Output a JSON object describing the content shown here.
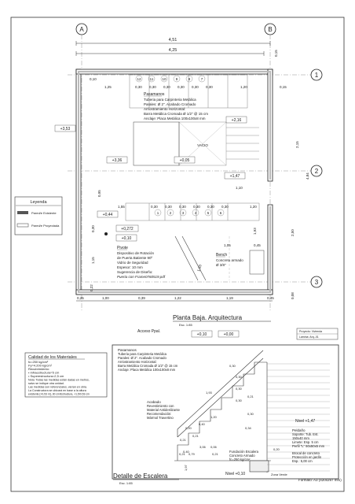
{
  "grid": {
    "col_a": "A",
    "col_b": "B",
    "row_1": "1",
    "row_2": "2",
    "row_3": "3"
  },
  "dims": {
    "top_total": "4,51",
    "top_inner": "4,25",
    "right_a": "0,15",
    "right_b": "0,15",
    "d_010": "0,10",
    "d_125": "1,25",
    "stairs_top": [
      "0,30",
      "0,30",
      "0,30",
      "0,30",
      "0,30",
      "0,30"
    ],
    "d_120_top": "1,20",
    "d_215": "2,15",
    "d_484": "4,84",
    "d_250": "2,50",
    "d_008": "0,08",
    "d_110": "1,10",
    "d_155": "1,55",
    "stairs_mid": [
      "0,30",
      "0,30",
      "0,30",
      "0,30",
      "0,30",
      "0,30"
    ],
    "d_120_mid": "1,20",
    "d_105": "1,05",
    "d_045": "0,45",
    "d_095": "0,95",
    "d_030": "0,30",
    "d_115": "1,15",
    "d_022": "0,22",
    "d_193": "1,93",
    "bottom": [
      "0,25",
      "1,00",
      "0,39",
      "1,22",
      "1,19",
      "0,45"
    ],
    "step_nums_top": [
      "12",
      "11",
      "10",
      "9",
      "8",
      "7"
    ],
    "step_nums_mid": [
      "1",
      "2",
      "3",
      "4",
      "5",
      "6"
    ]
  },
  "levels": {
    "l1": "+3,53",
    "l2": "+2,16",
    "l3": "+0,05",
    "l4": "+3,36",
    "l5": "+1,47",
    "l6": "+0,44",
    "l7": "+0,272",
    "l8": "+0,10",
    "l9": "+0,10",
    "l10": "+0,00"
  },
  "notes": {
    "pasamanos_title": "Pasamanos",
    "pasamanos_lines": [
      "Tuberia para Carpinteria Metálica",
      "Parales: Ø 2\". Acabado Cromado",
      "Arriostramiento Horizontal:",
      "Barra Metálica Cromada Ø 1/2\" @ 15 cm",
      "Anclaje: Placa Metálica 100x100x8 mm"
    ],
    "pivote_title": "Pivote",
    "pivote_lines": [
      "Dispositivo de Rotación",
      "de Puerta Batiente 90º",
      "Vidrio de Seguridad",
      "Espesor: 10 mm",
      "Sugerencia de Diseño:"
    ],
    "pivote_link": "Puerta con Frame0760519.pdf",
    "bench_title": "Bench",
    "bench_lines": [
      "Concreto armado",
      "Ø 3/8\""
    ],
    "vacio": "VACIO",
    "acceso": "Acceso Ppal."
  },
  "legend": {
    "title": "Leyenda",
    "items": [
      "Pared/e Existente",
      "Pared/e Proyectada"
    ]
  },
  "plan_title": "Planta Baja. Arquitectura",
  "plan_scale": "Esc. 1:85",
  "calidad": {
    "title": "Calidad de los Materiales",
    "lines": [
      "fc=250 kg/cm²",
      "Fy=4.200 kg/cm²",
      "Recubrimiento:",
      "   • Infraestructura=5 cm",
      "   • Superestructura=2,5 cm",
      "Nota: Todas las medidas están dadas en metros,",
      "salvo se indique otra unidad.",
      "Las medidas son referenciales, varían en obra.",
      "La Constructora se ubicará en base a la altura",
      "existente [+0,53 m], 30 cm/Estructura, +1,5/0,53 cm"
    ]
  },
  "detail": {
    "pasamanos_lines": [
      "Pasamanos",
      "Tuberia para Carpinteria Metálica",
      "Parales: Ø 2\". Acabado Cromado",
      "Arriostramiento Horizontal:",
      "Barra Metálica Cromada Ø 1/2\" @ 15 cm",
      "Anclaje: Placa Metálica 100x100x8 mm"
    ],
    "acabado_lines": [
      "Acabado",
      "Revestimiento con",
      "Material Antideslizante",
      "Recomendación:",
      "Mármol Travertino"
    ],
    "peldano_lines": [
      "Peldaño",
      "Soporte: Tub. Est.",
      "150x40 mm",
      "Limete: Esp. 5 cm",
      "Perfil \"L\" 50x50x5 mm"
    ],
    "brocal_lines": [
      "Brocal de concreto",
      "Protección en jardín",
      "Esp.: 5,00 cm"
    ],
    "fundacion_lines": [
      "Fundación Escalera",
      "Concreto Armado",
      "fc=250 kg/cm²"
    ],
    "zona": "Zona Verde",
    "nivel_top": "Nivel +1,47",
    "nivel_bot": "Nivel +0,10",
    "dims": [
      "0,30",
      "0,30",
      "0,30",
      "0,30",
      "0,30",
      "0,20",
      "0,21",
      "0,40",
      "0,21",
      "0,40",
      "1,20",
      "1,93",
      "1,97",
      "3,06",
      "0,06",
      "0,79",
      "0,21",
      "0,21",
      "0,21",
      "0,34",
      "0,20"
    ]
  },
  "detail_title": "Detalle de Escalera",
  "detail_scale": "Esc. 1:85",
  "format": "Formato: A3 (420x297 mm)",
  "stamp_lines": [
    "Proyecto: Vivienda",
    "Lámina: Arq.-01"
  ]
}
